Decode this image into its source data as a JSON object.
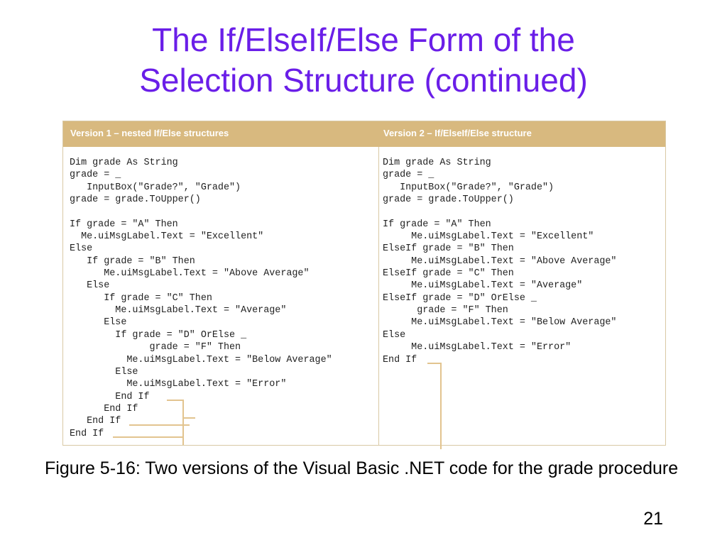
{
  "slide": {
    "title_line1": "The If/ElseIf/Else Form of the",
    "title_line2": "Selection Structure (continued)",
    "caption": "Figure 5-16: Two versions of the Visual Basic .NET code for the grade procedure",
    "page_number": "21",
    "title_color": "#6a1ee8"
  },
  "figure": {
    "header_color": "#d8b97f",
    "version1": {
      "heading": "Version 1 – nested If/Else structures",
      "code": "Dim grade As String\ngrade = _\n   InputBox(\"Grade?\", \"Grade\")\ngrade = grade.ToUpper()\n\nIf grade = \"A\" Then\n  Me.uiMsgLabel.Text = \"Excellent\"\nElse\n   If grade = \"B\" Then\n      Me.uiMsgLabel.Text = \"Above Average\"\n   Else\n      If grade = \"C\" Then\n        Me.uiMsgLabel.Text = \"Average\"\n      Else\n        If grade = \"D\" OrElse _\n              grade = \"F\" Then\n          Me.uiMsgLabel.Text = \"Below Average\"\n        Else\n          Me.uiMsgLabel.Text = \"Error\"\n        End If\n      End If\n   End If\nEnd If"
    },
    "version2": {
      "heading": "Version 2 – If/ElseIf/Else structure",
      "code": "Dim grade As String\ngrade = _\n   InputBox(\"Grade?\", \"Grade\")\ngrade = grade.ToUpper()\n\nIf grade = \"A\" Then\n     Me.uiMsgLabel.Text = \"Excellent\"\nElseIf grade = \"B\" Then\n     Me.uiMsgLabel.Text = \"Above Average\"\nElseIf grade = \"C\" Then\n     Me.uiMsgLabel.Text = \"Average\"\nElseIf grade = \"D\" OrElse _\n      grade = \"F\" Then\n     Me.uiMsgLabel.Text = \"Below Average\"\nElse\n     Me.uiMsgLabel.Text = \"Error\"\nEnd If"
    }
  }
}
